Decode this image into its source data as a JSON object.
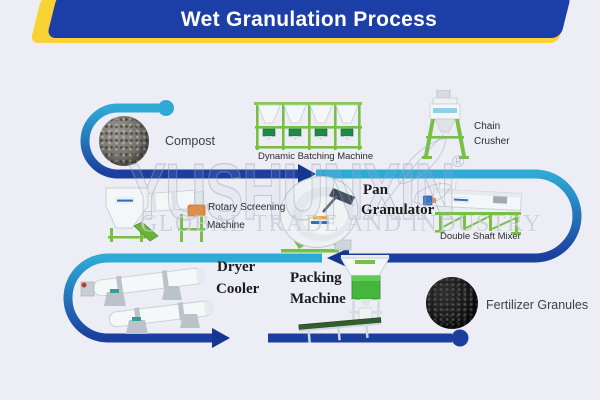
{
  "banner": {
    "title": "Wet Granulation Process"
  },
  "watermark": {
    "brand": "YUSHUNXIN",
    "registered": "®",
    "tagline": "GLOBAL TRADE AND INDUSTRY"
  },
  "labels": {
    "compost": "Compost",
    "dynamic_batching_machine": "Dynamic Batching Machine",
    "chain_crusher": {
      "line1": "Chain",
      "line2": "Crusher"
    },
    "rotary_screening": {
      "line1": "Rotary Screening",
      "line2": "Machine"
    },
    "pan_granulator": {
      "line1": "Pan",
      "line2": "Granulator"
    },
    "double_shaft_mixer": "Double Shaft Mixer",
    "dryer": "Dryer",
    "cooler": "Cooler",
    "packing_machine": {
      "line1": "Packing",
      "line2": "Machine"
    },
    "fertilizer_granules": "Fertilizer Granules"
  },
  "colors": {
    "banner_blue": "#1c3fa7",
    "banner_yellow": "#f9d233",
    "flow_teal": "#2fa9d5",
    "flow_navy": "#1b3e9f",
    "machine_green": "#76c043",
    "background": "#ecedf5"
  }
}
